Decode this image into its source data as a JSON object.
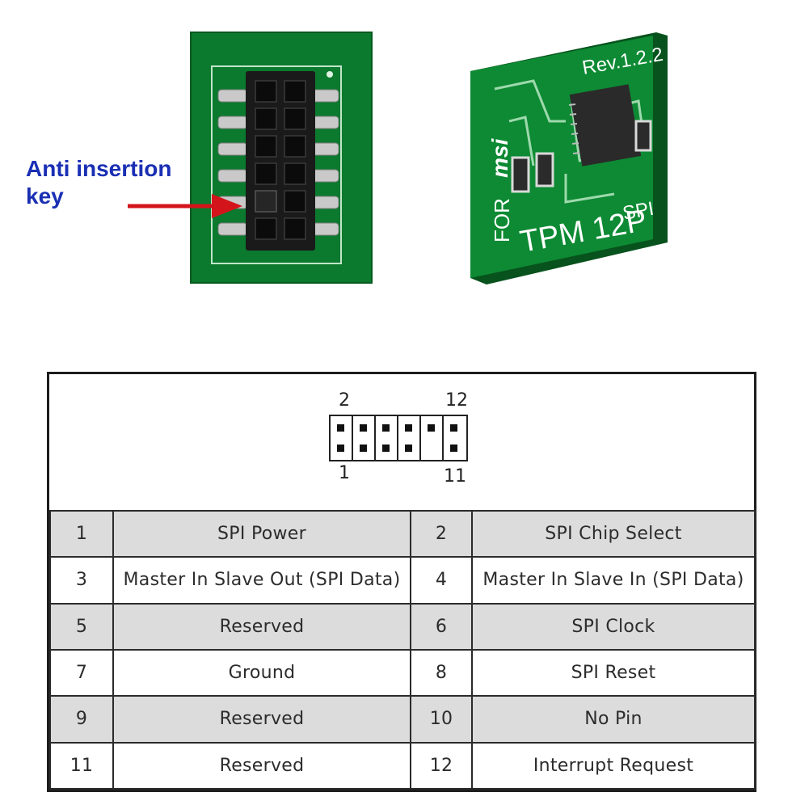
{
  "annotation": {
    "line1": "Anti insertion",
    "line2": "key"
  },
  "board_back": {
    "text_rev": "Rev.1.2.2",
    "text_brand": "msi",
    "text_for": "FOR",
    "text_model": "TPM 12P",
    "text_bus": "SPI"
  },
  "header_diagram": {
    "label_top_left": "2",
    "label_top_right": "12",
    "label_bottom_left": "1",
    "label_bottom_right": "11"
  },
  "pinout": [
    {
      "pin_a": "1",
      "signal_a": "SPI Power",
      "pin_b": "2",
      "signal_b": "SPI Chip Select"
    },
    {
      "pin_a": "3",
      "signal_a": "Master In Slave Out (SPI Data)",
      "pin_b": "4",
      "signal_b": "Master In Slave In (SPI Data)"
    },
    {
      "pin_a": "5",
      "signal_a": "Reserved",
      "pin_b": "6",
      "signal_b": "SPI Clock"
    },
    {
      "pin_a": "7",
      "signal_a": "Ground",
      "pin_b": "8",
      "signal_b": "SPI Reset"
    },
    {
      "pin_a": "9",
      "signal_a": "Reserved",
      "pin_b": "10",
      "signal_b": "No Pin"
    },
    {
      "pin_a": "11",
      "signal_a": "Reserved",
      "pin_b": "12",
      "signal_b": "Interrupt Request"
    }
  ],
  "colors": {
    "pcb": "#0a7a2c",
    "annotation_text": "#1a2fb4",
    "arrow": "#d4141b",
    "row_shade": "#dcdcdc"
  }
}
